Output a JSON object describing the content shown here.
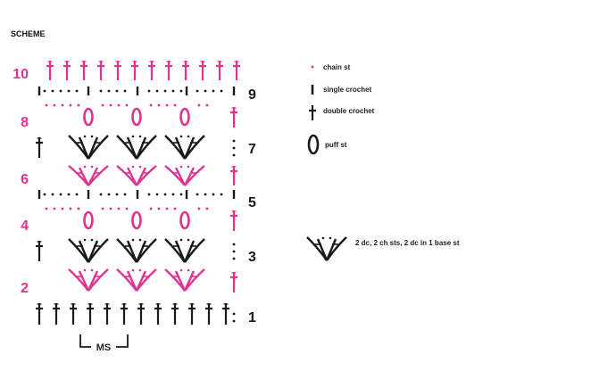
{
  "title": "SCHEME",
  "colors": {
    "pink": "#e0338f",
    "black": "#1a1a1a"
  },
  "rows_left": [
    "10",
    "8",
    "6",
    "4",
    "2"
  ],
  "rows_right": [
    "9",
    "7",
    "5",
    "3",
    "1"
  ],
  "repeat_label": "MS",
  "legend": [
    {
      "icon": "chain-st-icon",
      "label": "chain st"
    },
    {
      "icon": "single-crochet-icon",
      "label": "single crochet"
    },
    {
      "icon": "double-crochet-icon",
      "label": "double crochet"
    },
    {
      "icon": "puff-st-icon",
      "label": "puff st"
    },
    {
      "icon": "fan-cluster-icon",
      "label": "2 dc, 2 ch sts, 2 dc in 1 base st"
    }
  ]
}
